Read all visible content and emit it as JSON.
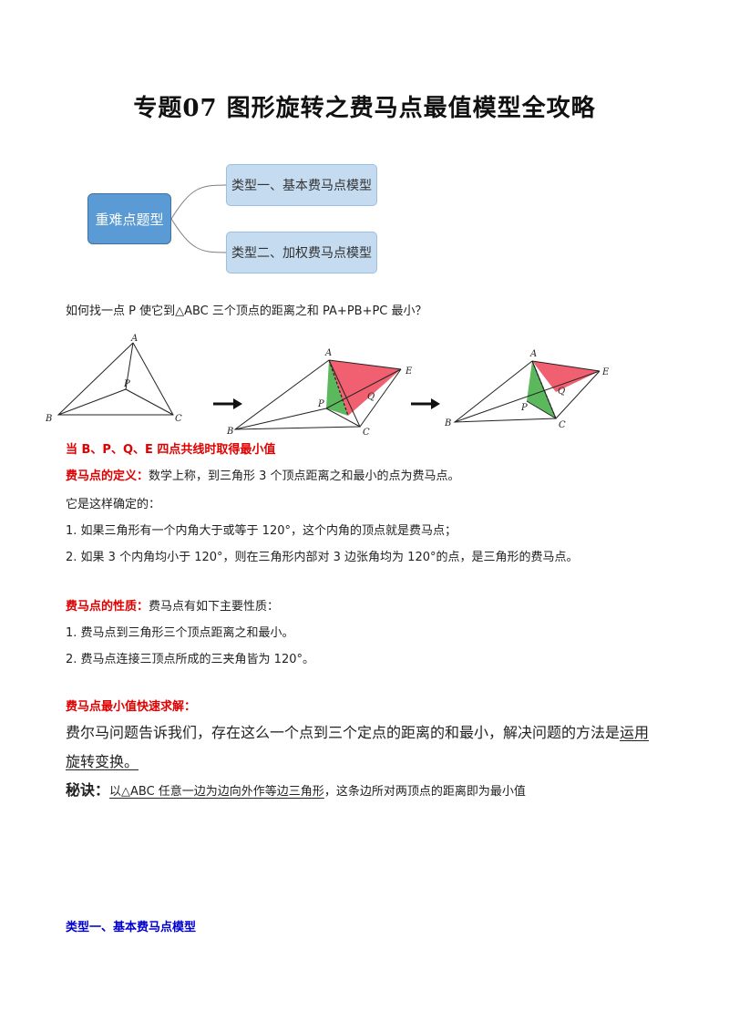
{
  "title": "专题07  图形旋转之费马点最值模型全攻略",
  "mindmap": {
    "root": "重难点题型",
    "type1": "类型一、基本费马点模型",
    "type2": "类型二、加权费马点模型"
  },
  "question": "如何找一点 P 使它到△ABC 三个顶点的距离之和 PA+PB+PC 最小？",
  "figure": {
    "labels": {
      "A": "A",
      "B": "B",
      "C": "C",
      "P": "P",
      "Q": "Q",
      "E": "E"
    },
    "colors": {
      "red_fill": "#f06070",
      "green_fill": "#5cb85c",
      "arrow": "#111111"
    }
  },
  "collinear_note": "当 B、P、Q、E 四点共线时取得最小值",
  "definition": {
    "heading": "费马点的定义：",
    "text": "数学上称，到三角形 3 个顶点距离之和最小的点为费马点。",
    "determined": "它是这样确定的：",
    "item1": "1.  如果三角形有一个内角大于或等于 120°，这个内角的顶点就是费马点；",
    "item2": "2.  如果 3 个内角均小于 120°，则在三角形内部对 3 边张角均为 120°的点，是三角形的费马点。"
  },
  "properties": {
    "heading": "费马点的性质：",
    "text": "费马点有如下主要性质：",
    "item1": "1.   费马点到三角形三个顶点距离之和最小。",
    "item2": "2.   费马点连接三顶点所成的三夹角皆为 120°。"
  },
  "quick": {
    "heading": "费马点最小值快速求解：",
    "text_a": "费尔马问题告诉我们，存在这么一个点到三个定点的距离的和最小，解决问题的方法是",
    "text_a_ul": "运用",
    "text_b_ul": "旋转变换。",
    "secret_label": "秘诀：",
    "secret_ul": "以△ABC 任意一边为边向外作等边三角形",
    "secret_rest": "，这条边所对两顶点的距离即为最小值"
  },
  "section1": "类型一、基本费马点模型"
}
